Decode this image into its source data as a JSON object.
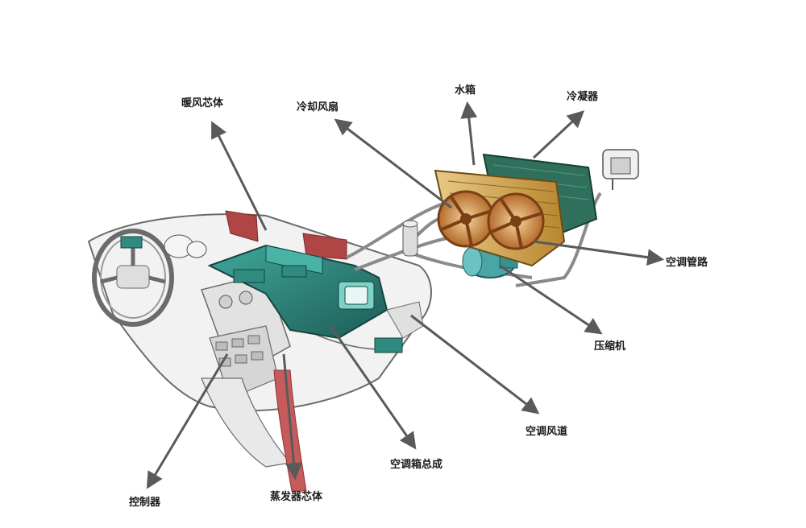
{
  "labels": {
    "heater_core": "暖风芯体",
    "cooling_fan": "冷却风扇",
    "radiator": "水箱",
    "condenser": "冷凝器",
    "ac_pipes": "空调管路",
    "compressor": "压缩机",
    "ac_duct": "空调风道",
    "hvac_box": "空调箱总成",
    "evaporator_core": "蒸发器芯体",
    "controller": "控制器"
  },
  "colors": {
    "arrow": "#5a5a5a",
    "hvac_body": "#2f8a80",
    "hvac_dark": "#1e5c57",
    "radiator_core": "#d9b15a",
    "condenser_core": "#2f6f5c",
    "fan_frame": "#c47a3c",
    "duct_red": "#b04545",
    "dash_outline": "#6b6b6b",
    "dash_fill": "#ececec",
    "compressor": "#4aa6a6"
  }
}
